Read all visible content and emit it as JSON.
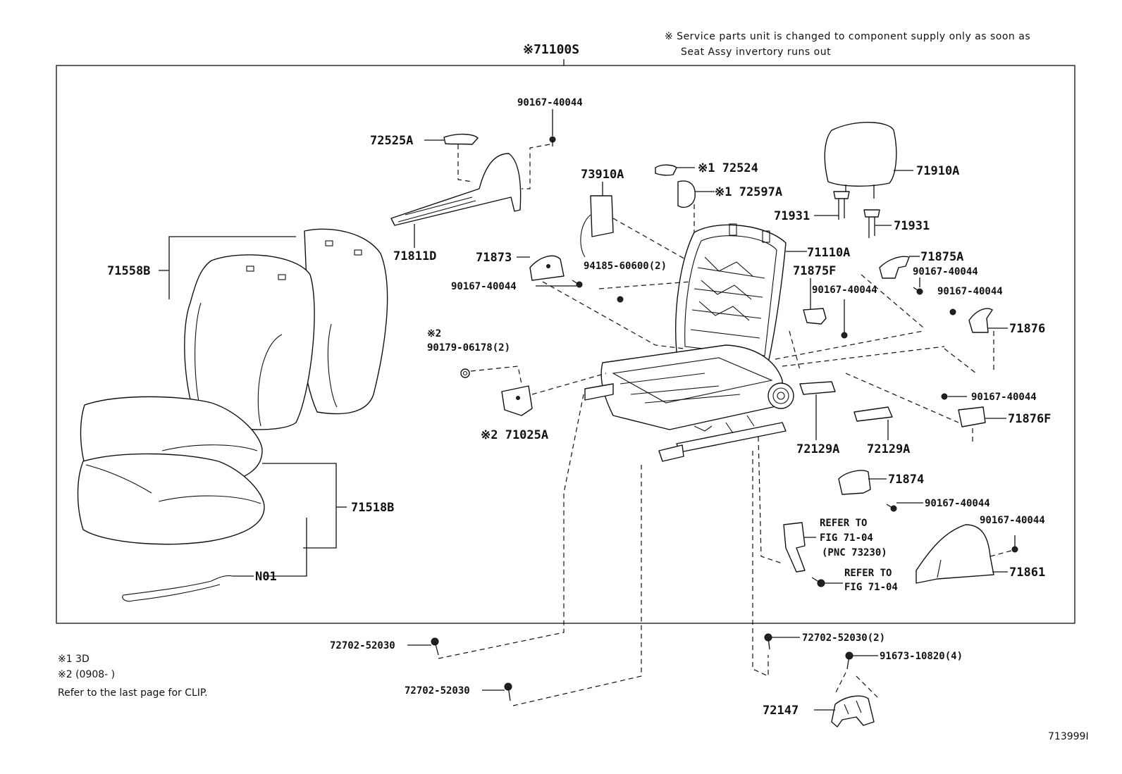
{
  "header": {
    "note_line1": "※ Service parts unit is changed to component supply only as soon as",
    "note_line2": "Seat Assy invertory runs out",
    "assembly_label": "※71100S"
  },
  "labels": {
    "p72525A": "72525A",
    "p90167_top": "90167-40044",
    "p72524": "※1 72524",
    "p73910A": "73910A",
    "p72597A": "※1 72597A",
    "p71910A": "71910A",
    "p71931_left": "71931",
    "p71931_right": "71931",
    "p71811D": "71811D",
    "p71873": "71873",
    "p94185": "94185-60600(2)",
    "p71110A": "71110A",
    "p71875A": "71875A",
    "p90167_75A": "90167-40044",
    "p71875F": "71875F",
    "p90167_75F": "90167-40044",
    "p90167_876": "90167-40044",
    "p71876": "71876",
    "p71558B": "71558B",
    "p90167_873": "90167-40044",
    "p_star2_a": "※2",
    "p90179": "90179-06178(2)",
    "p71025A": "※2 71025A",
    "p90167_876F": "90167-40044",
    "p71876F": "71876F",
    "p72129A_left": "72129A",
    "p72129A_right": "72129A",
    "p71518B": "71518B",
    "p71874": "71874",
    "p90167_874": "90167-40044",
    "p90167_861": "90167-40044",
    "refer_a1": "REFER TO",
    "refer_a2": "FIG 71-04",
    "refer_a3": "(PNC 73230)",
    "refer_b1": "REFER TO",
    "refer_b2": "FIG 71-04",
    "p71861": "71861",
    "pN01": "N01",
    "p72702_a": "72702-52030",
    "p72702_b": "72702-52030",
    "p72702_c": "72702-52030(2)",
    "p91673": "91673-10820(4)",
    "p72147": "72147"
  },
  "footnotes": {
    "line1": "※1 3D",
    "line2": "※2 (0908-      )",
    "line3": "Refer to the last page for CLIP."
  },
  "figure_id": "713999I"
}
